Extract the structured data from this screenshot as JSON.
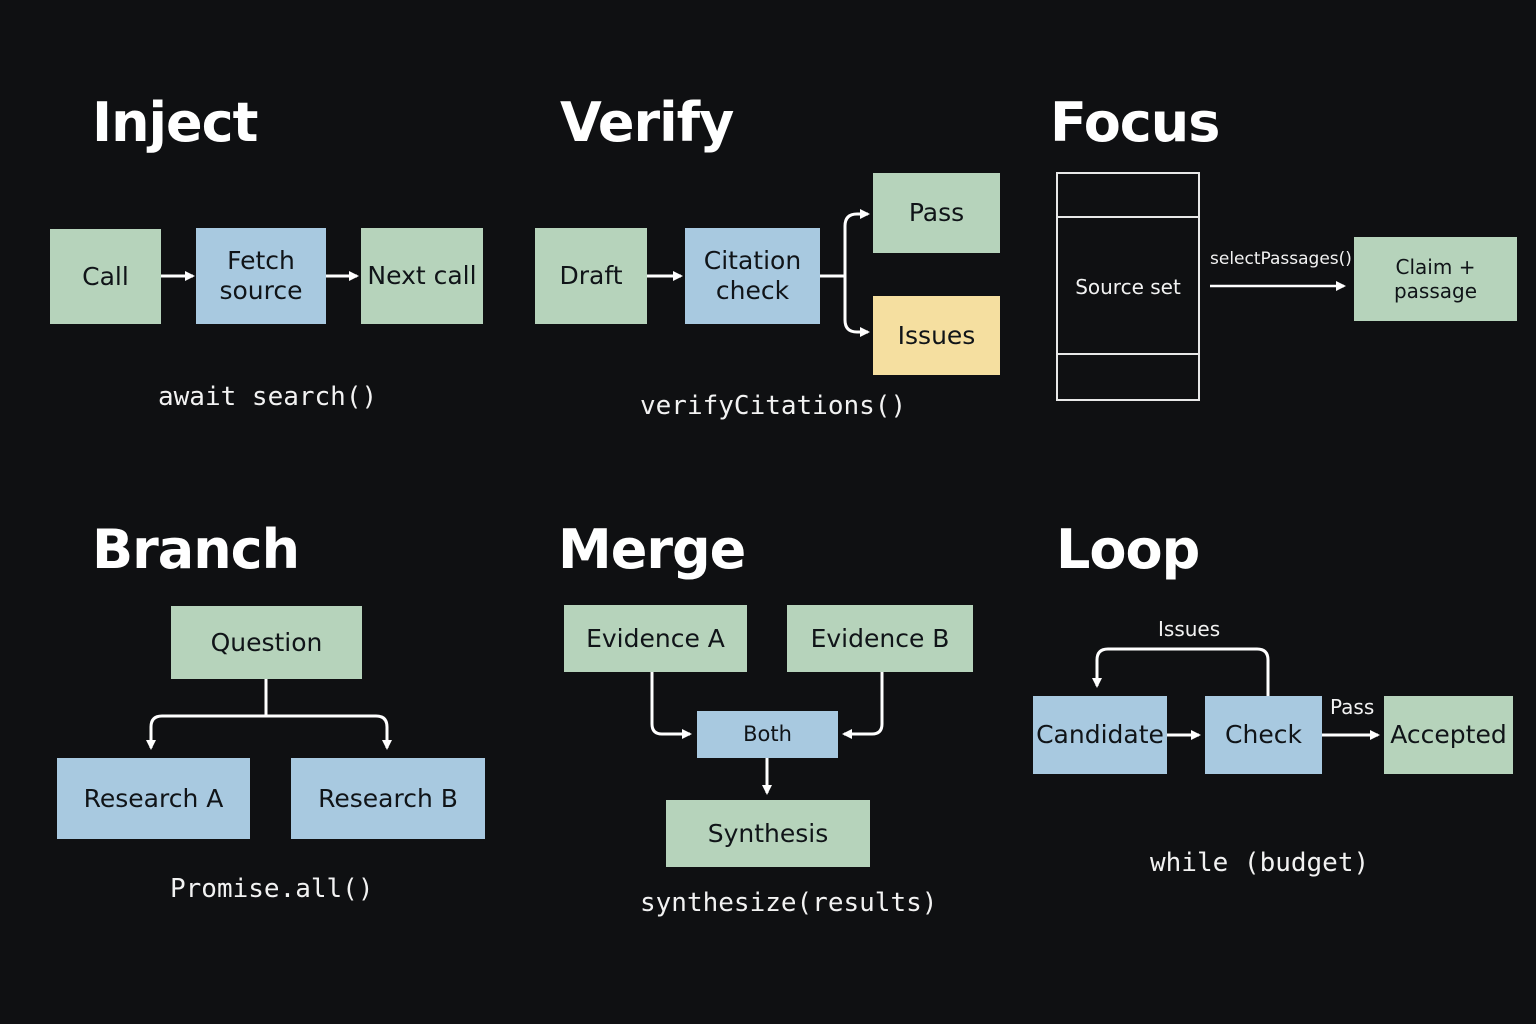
{
  "panels": {
    "inject": {
      "title": "Inject",
      "boxes": {
        "call": "Call",
        "fetch": "Fetch source",
        "next": "Next call"
      },
      "code": "await search()"
    },
    "verify": {
      "title": "Verify",
      "boxes": {
        "draft": "Draft",
        "citation": "Citation check",
        "pass": "Pass",
        "issues": "Issues"
      },
      "code": "verifyCitations()"
    },
    "focus": {
      "title": "Focus",
      "source_set": "Source set",
      "arrow_label": "selectPassages()",
      "claim": "Claim + passage"
    },
    "branch": {
      "title": "Branch",
      "boxes": {
        "question": "Question",
        "research_a": "Research A",
        "research_b": "Research B"
      },
      "code": "Promise.all()"
    },
    "merge": {
      "title": "Merge",
      "boxes": {
        "evidence_a": "Evidence A",
        "evidence_b": "Evidence B",
        "both": "Both",
        "synthesis": "Synthesis"
      },
      "code": "synthesize(results)"
    },
    "loop": {
      "title": "Loop",
      "boxes": {
        "candidate": "Candidate",
        "check": "Check",
        "accepted": "Accepted"
      },
      "issues_label": "Issues",
      "pass_label": "Pass",
      "code": "while (budget)"
    }
  },
  "colors": {
    "background": "#0f1012",
    "green": "#b6d3bb",
    "blue": "#a8c9e0",
    "yellow": "#f5dfa0",
    "line": "#ffffff"
  }
}
